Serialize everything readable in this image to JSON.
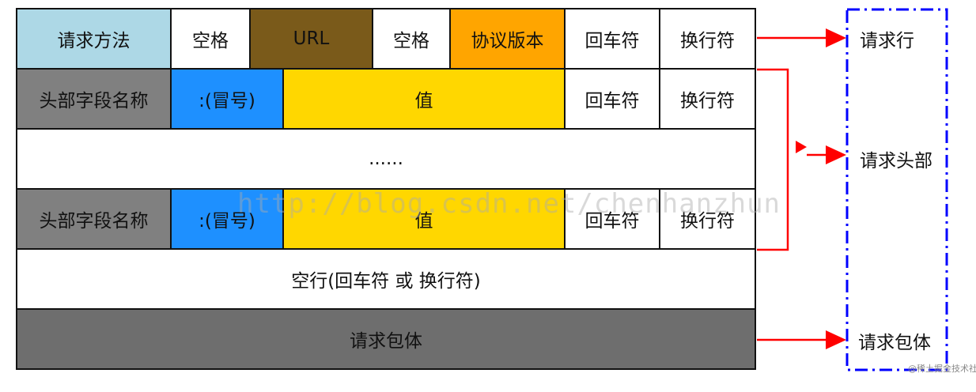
{
  "colors": {
    "method": "#add8e6",
    "url": "#7a5a1a",
    "version": "#ffa500",
    "header_name": "#808080",
    "colon": "#1e90ff",
    "value": "#ffd700",
    "body": "#6e6e6e",
    "white": "#ffffff",
    "arrow": "#ff0000",
    "bracket": "#0000ff"
  },
  "request_line": {
    "method": "请求方法",
    "space1": "空格",
    "url": "URL",
    "space2": "空格",
    "version": "协议版本",
    "cr": "回车符",
    "lf": "换行符"
  },
  "header_row_1": {
    "name": "头部字段名称",
    "colon": ":(冒号)",
    "value": "值",
    "cr": "回车符",
    "lf": "换行符"
  },
  "ellipsis": "......",
  "header_row_2": {
    "name": "头部字段名称",
    "colon": ":(冒号)",
    "value": "值",
    "cr": "回车符",
    "lf": "换行符"
  },
  "blank_line": "空行(回车符 或 换行符)",
  "body": "请求包体",
  "labels": {
    "request_line": "请求行",
    "request_header": "请求头部",
    "request_body": "请求包体"
  },
  "watermark": "http://blog.csdn.net/chenhanzhun",
  "corner_mark": "@稀土掘金技术社区"
}
